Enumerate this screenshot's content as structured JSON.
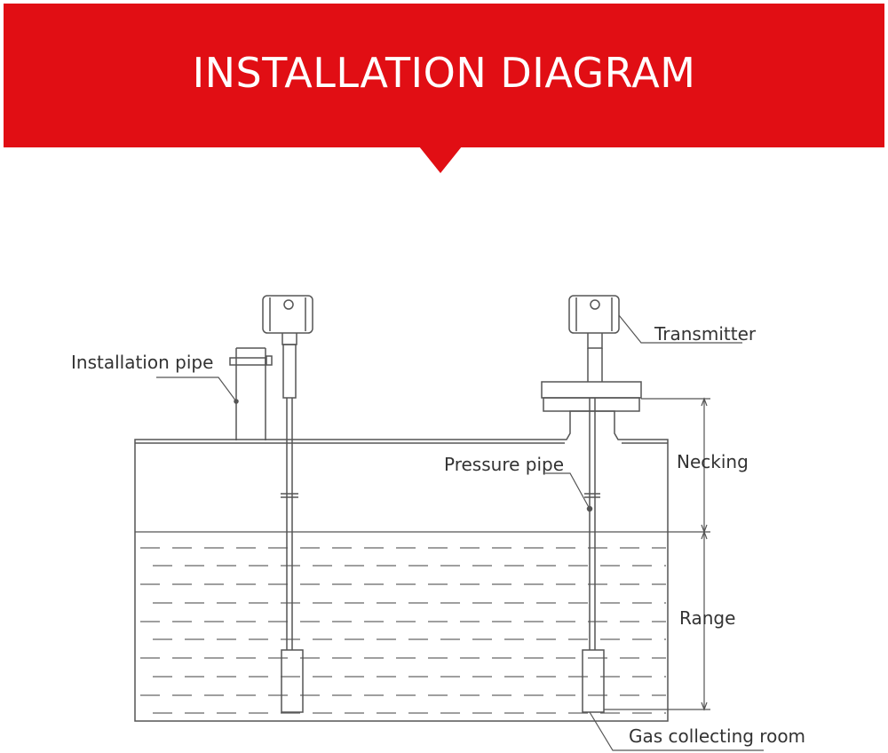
{
  "header": {
    "title": "INSTALLATION DIAGRAM",
    "background_color": "#e10e14",
    "text_color": "#ffffff"
  },
  "labels": {
    "installation_pipe": "Installation pipe",
    "transmitter": "Transmitter",
    "necking": "Necking",
    "pressure_pipe": "Pressure pipe",
    "range": "Range",
    "gas_collecting_room": "Gas collecting room"
  },
  "colors": {
    "line": "#555555",
    "liquid_dash": "#666666"
  }
}
